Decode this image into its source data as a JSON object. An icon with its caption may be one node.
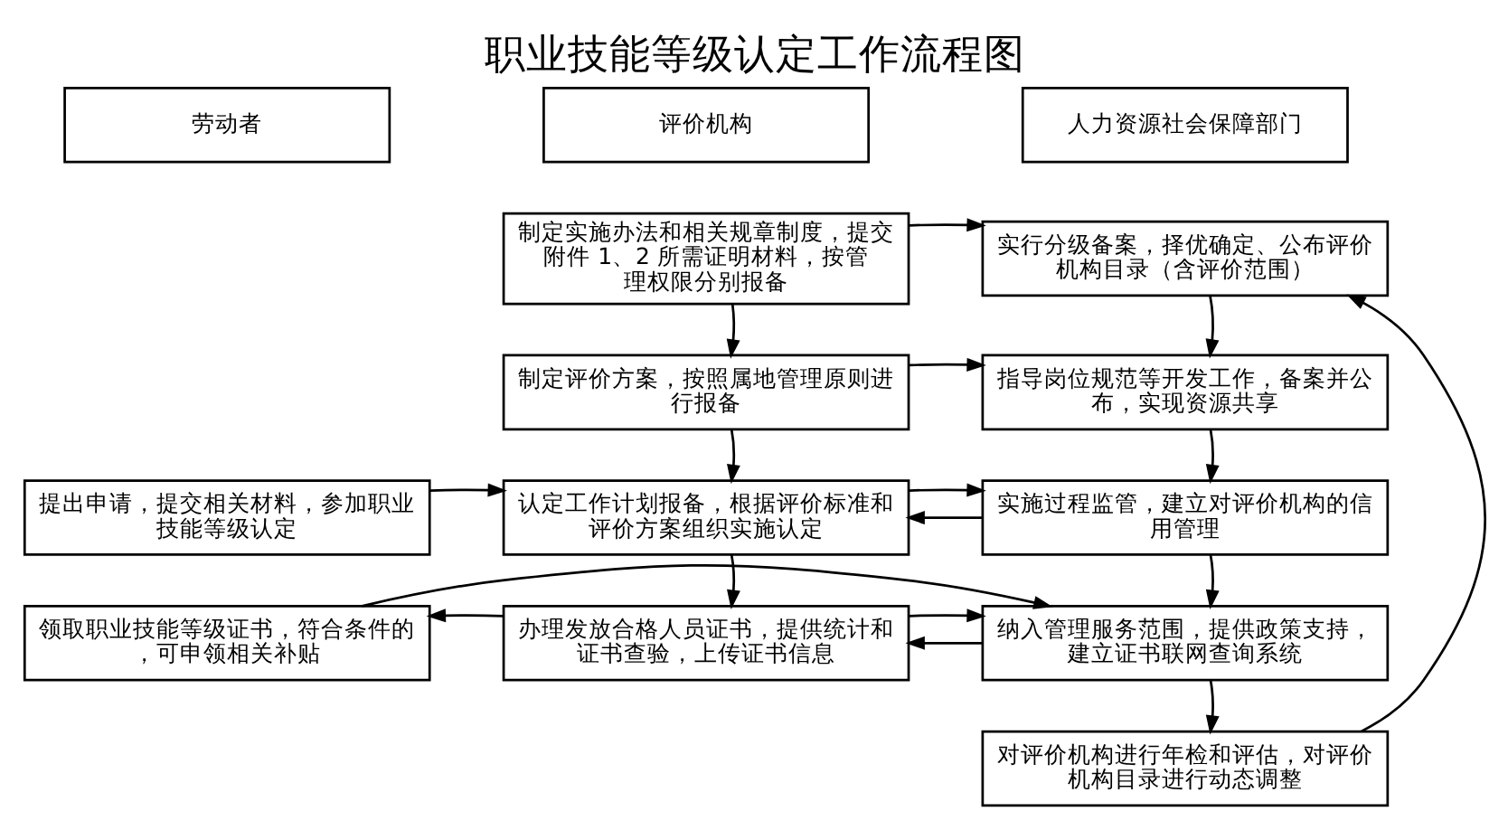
{
  "diagram": {
    "title": "职业技能等级认定工作流程图",
    "nodes": [
      {
        "text": [
          "劳动者"
        ]
      },
      {
        "text": [
          "评价机构"
        ]
      },
      {
        "text": [
          "人力资源社会保障部门"
        ]
      },
      {
        "text": [
          "制定实施办法和相关规章制度，提交附件 1、2 所需证明材料，按管理权限分别报备"
        ]
      },
      {
        "text": [
          "实行分级备案，择优确定、公布评价机构目录（含评价范围）"
        ]
      },
      {
        "text": [
          "制定评价方案，按照属地管理原则进行报备"
        ]
      },
      {
        "text": [
          "指导岗位规范等开发工作，备案并公布，实现资源共享"
        ]
      },
      {
        "text": [
          "提出申请，提交相关材料，参加职业技能等级认定"
        ]
      },
      {
        "text": [
          "认定工作计划报备，根据评价标准和评价方案组织实施认定"
        ]
      },
      {
        "text": [
          "实施过程监管，建立对评价机构的信用管理"
        ]
      },
      {
        "text": [
          "领取职业技能等级证书，符合条件的，可申领相关补贴"
        ]
      },
      {
        "text": [
          "办理发放合格人员证书，提供统计和证书查验，上传证书信息"
        ]
      },
      {
        "text": [
          "纳入管理服务范围，提供政策支持，建立证书联网查询系统"
        ]
      },
      {
        "text": [
          "对评价机构进行年检和评估，对评价机构目录进行动态调整"
        ]
      }
    ],
    "edges": [
      {
        "from": 3,
        "to": 5,
        "arrow": "to"
      },
      {
        "from": 3,
        "to": 4,
        "arrow": "to"
      },
      {
        "from": 5,
        "to": 8,
        "arrow": "to"
      },
      {
        "from": 5,
        "to": 6,
        "arrow": "to"
      },
      {
        "from": 4,
        "to": 6,
        "arrow": "to"
      },
      {
        "from": 7,
        "to": 8,
        "arrow": "to"
      },
      {
        "from": 9,
        "to": 8,
        "arrow": "to"
      },
      {
        "from": 8,
        "to": 9,
        "arrow": "to"
      },
      {
        "from": 6,
        "to": 9,
        "arrow": "to"
      },
      {
        "from": 8,
        "to": 11,
        "arrow": "to"
      },
      {
        "from": 9,
        "to": 12,
        "arrow": "to"
      },
      {
        "from": 11,
        "to": 10,
        "arrow": "to"
      },
      {
        "from": 12,
        "to": 11,
        "arrow": "to"
      },
      {
        "from": 11,
        "to": 12,
        "arrow": "to"
      },
      {
        "from": 10,
        "to": 12,
        "arrow": "to"
      },
      {
        "from": 12,
        "to": 13,
        "arrow": "to"
      },
      {
        "from": 13,
        "to": 4,
        "arrow": "to"
      }
    ]
  }
}
